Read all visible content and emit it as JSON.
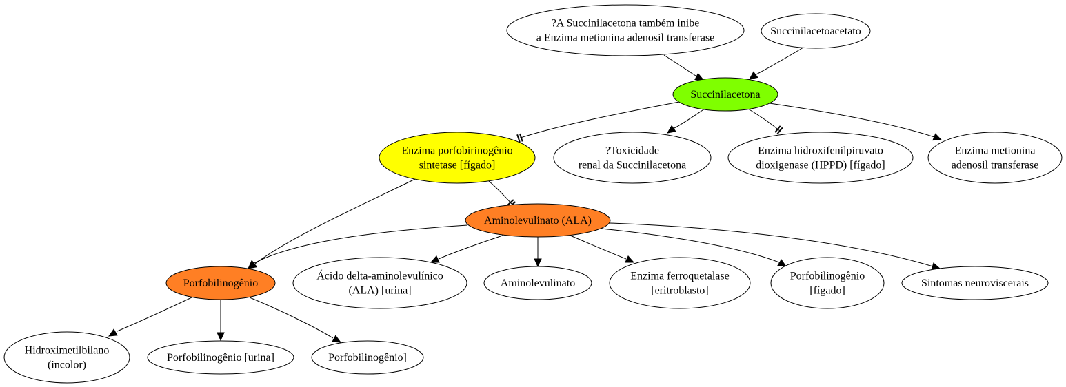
{
  "diagram": {
    "nodes": [
      {
        "id": "q_mat",
        "lines": [
          "?A Succinilacetona também inibe",
          "a Enzima metionina adenosil transferase"
        ],
        "fill": "#ffffff"
      },
      {
        "id": "saa",
        "lines": [
          "Succinilacetoacetato"
        ],
        "fill": "#ffffff"
      },
      {
        "id": "sa",
        "lines": [
          "Succinilacetona"
        ],
        "fill": "#7fff00"
      },
      {
        "id": "pbg_synth",
        "lines": [
          "Enzima porfobirinogênio",
          "sintetase [fígado]"
        ],
        "fill": "#ffff00"
      },
      {
        "id": "tox",
        "lines": [
          "?Toxicidade",
          "renal da Succinilacetona"
        ],
        "fill": "#ffffff"
      },
      {
        "id": "hppd",
        "lines": [
          "Enzima hidroxifenilpiruvato",
          "dioxigenase (HPPD) [fígado]"
        ],
        "fill": "#ffffff"
      },
      {
        "id": "mat",
        "lines": [
          "Enzima metionina",
          "adenosil transferase"
        ],
        "fill": "#ffffff"
      },
      {
        "id": "ala",
        "lines": [
          "Aminolevulinato (ALA)"
        ],
        "fill": "#ff7f24"
      },
      {
        "id": "pbg",
        "lines": [
          "Porfobilinogênio"
        ],
        "fill": "#ff7f24"
      },
      {
        "id": "ala_urina",
        "lines": [
          "Ácido delta-aminolevulínico",
          "(ALA) [urina]"
        ],
        "fill": "#ffffff"
      },
      {
        "id": "aminolev",
        "lines": [
          "Aminolevulinato"
        ],
        "fill": "#ffffff"
      },
      {
        "id": "ferro",
        "lines": [
          "Enzima ferroquetalase",
          "[eritroblasto]"
        ],
        "fill": "#ffffff"
      },
      {
        "id": "pbg_figado",
        "lines": [
          "Porfobilinogênio",
          "[fígado]"
        ],
        "fill": "#ffffff"
      },
      {
        "id": "sintomas",
        "lines": [
          "Sintomas neuroviscerais"
        ],
        "fill": "#ffffff"
      },
      {
        "id": "hmb",
        "lines": [
          "Hidroximetilbilano",
          "(incolor)"
        ],
        "fill": "#ffffff"
      },
      {
        "id": "pbg_urina",
        "lines": [
          "Porfobilinogênio [urina]"
        ],
        "fill": "#ffffff"
      },
      {
        "id": "pbg_b",
        "lines": [
          "Porfobilinogênio]"
        ],
        "fill": "#ffffff"
      }
    ],
    "edges": [
      {
        "from": "q_mat",
        "to": "sa",
        "head": "arrow"
      },
      {
        "from": "saa",
        "to": "sa",
        "head": "arrow"
      },
      {
        "from": "sa",
        "to": "pbg_synth",
        "head": "tee"
      },
      {
        "from": "sa",
        "to": "tox",
        "head": "arrow"
      },
      {
        "from": "sa",
        "to": "hppd",
        "head": "tee"
      },
      {
        "from": "sa",
        "to": "mat",
        "head": "arrow"
      },
      {
        "from": "pbg_synth",
        "to": "ala",
        "head": "tee"
      },
      {
        "from": "pbg_synth",
        "to": "pbg",
        "head": "arrow"
      },
      {
        "from": "ala",
        "to": "pbg",
        "head": "arrow"
      },
      {
        "from": "ala",
        "to": "ala_urina",
        "head": "arrow"
      },
      {
        "from": "ala",
        "to": "aminolev",
        "head": "arrow"
      },
      {
        "from": "ala",
        "to": "ferro",
        "head": "arrow"
      },
      {
        "from": "ala",
        "to": "pbg_figado",
        "head": "arrow"
      },
      {
        "from": "ala",
        "to": "sintomas",
        "head": "arrow"
      },
      {
        "from": "pbg",
        "to": "hmb",
        "head": "arrow"
      },
      {
        "from": "pbg",
        "to": "pbg_urina",
        "head": "arrow"
      },
      {
        "from": "pbg",
        "to": "pbg_b",
        "head": "arrow"
      }
    ]
  }
}
